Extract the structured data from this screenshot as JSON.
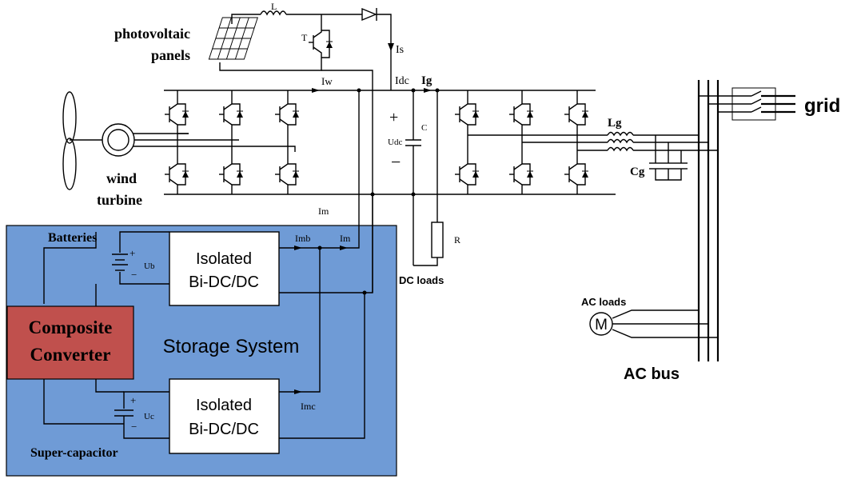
{
  "colors": {
    "storage_bg": "#6f9bd6",
    "composite_bg": "#c0504d",
    "storage_label": "#e0201a"
  },
  "labels": {
    "photovoltaic_1": "photovoltaic",
    "photovoltaic_2": "panels",
    "inductor_L": "L",
    "switch_T": "T",
    "current_Is": "Is",
    "current_Iw": "Iw",
    "current_Idc": "Idc",
    "current_Ig": "Ig",
    "plus": "+",
    "minus": "−",
    "voltage_Udc": "Udc",
    "capacitor_C": "C",
    "resistor_R": "R",
    "dc_loads": "DC loads",
    "wind_1": "wind",
    "wind_2": "turbine",
    "current_Im": "Im",
    "batteries": "Batteries",
    "current_Imb": "Imb",
    "current_Im2": "Im",
    "volt_Ub": "Ub",
    "iso1_line1": "Isolated",
    "iso1_line2": "Bi-DC/DC",
    "iso2_line1": "Isolated",
    "iso2_line2": "Bi-DC/DC",
    "composite_1": "Composite",
    "composite_2": "Converter",
    "storage_system": "Storage System",
    "volt_Uc": "Uc",
    "current_Imc": "Imc",
    "supercap": "Super-capacitor",
    "inductor_Lg": "Lg",
    "capacitor_Cg": "Cg",
    "ac_loads": "AC loads",
    "motor_M": "M",
    "ac_bus": "AC bus",
    "grid": "grid"
  }
}
